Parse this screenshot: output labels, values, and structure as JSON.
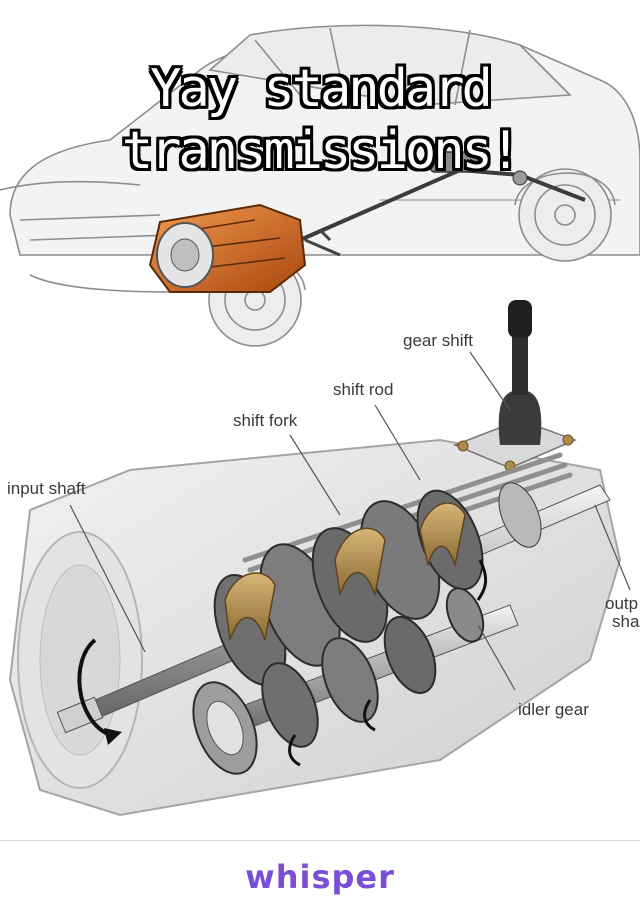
{
  "caption": {
    "line1": "Yay standard",
    "line2": "transmissions!"
  },
  "diagram": {
    "labels": {
      "gear_shift": "gear shift",
      "shift_rod": "shift rod",
      "shift_fork": "shift fork",
      "input_shaft": "input shaft",
      "output_shaft_line1": "outp",
      "output_shaft_line2": "sha",
      "idler_gear": "idler gear"
    }
  },
  "footer": {
    "brand": "whisper"
  },
  "colors": {
    "brand": "#7a4fd6",
    "transmission_orange": "#d96a1e",
    "fork_gold": "#b08a4a"
  }
}
